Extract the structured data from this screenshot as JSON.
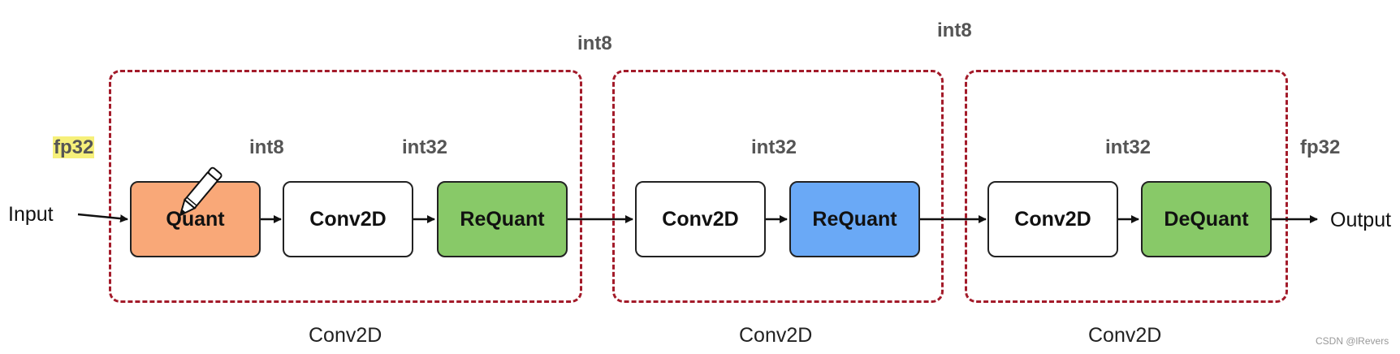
{
  "inputs": {
    "input_label": "Input",
    "output_label": "Output"
  },
  "groups": [
    {
      "caption": "Conv2D",
      "nodes": [
        "Quant",
        "Conv2D",
        "ReQuant"
      ]
    },
    {
      "caption": "Conv2D",
      "nodes": [
        "Conv2D",
        "ReQuant"
      ]
    },
    {
      "caption": "Conv2D",
      "nodes": [
        "Conv2D",
        "DeQuant"
      ]
    }
  ],
  "node_colors": {
    "Quant": "#f9a878",
    "Conv2D": "#ffffff",
    "ReQuant_1": "#88c968",
    "ReQuant_2": "#6aa9f6",
    "DeQuant": "#88c968"
  },
  "dtypes": {
    "input": "fp32",
    "quant_out": "int8",
    "conv1_out": "int32",
    "between_1_2": "int8",
    "conv2_out": "int32",
    "between_2_3": "int8",
    "conv3_out": "int32",
    "output": "fp32"
  },
  "watermark": "CSDN @lRevers",
  "icons": {
    "annotation": "pencil-icon"
  }
}
